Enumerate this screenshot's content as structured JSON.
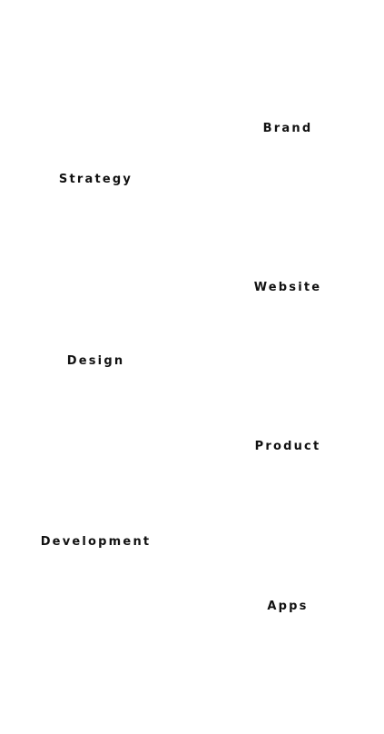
{
  "services": {
    "left": [
      {
        "label": "Strategy"
      },
      {
        "label": "Design"
      },
      {
        "label": "Development"
      }
    ],
    "right": [
      {
        "label": "Brand"
      },
      {
        "label": "Website"
      },
      {
        "label": "Product"
      },
      {
        "label": "Apps"
      }
    ]
  },
  "colors": {
    "background": "#ffffff",
    "text": "#111111"
  }
}
